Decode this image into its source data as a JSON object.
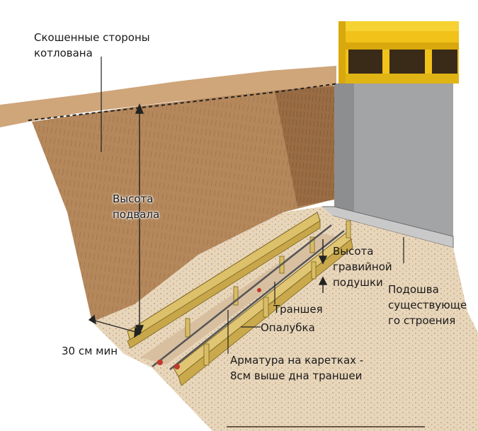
{
  "labels": {
    "slope_sides": "Скошенные стороны\nкотлована",
    "basement_height": "Высота\nподвала",
    "gravel_height": "Высота\nгравийной\nподушки",
    "existing_footing": "Подошва\nсуществующе\nго строения",
    "trench": "Траншея",
    "formwork": "Опалубка",
    "rebar": "Арматура на каретках -\n8см выше дна траншеи",
    "min_30cm": "30 см мин"
  },
  "colors": {
    "soil": "#b5885c",
    "soil_dark": "#8e6440",
    "gravel": "#e6d2b5",
    "wall": "#9fa0a2",
    "wood": "#dcc06a",
    "yellow_frame": "#f2c81b"
  }
}
